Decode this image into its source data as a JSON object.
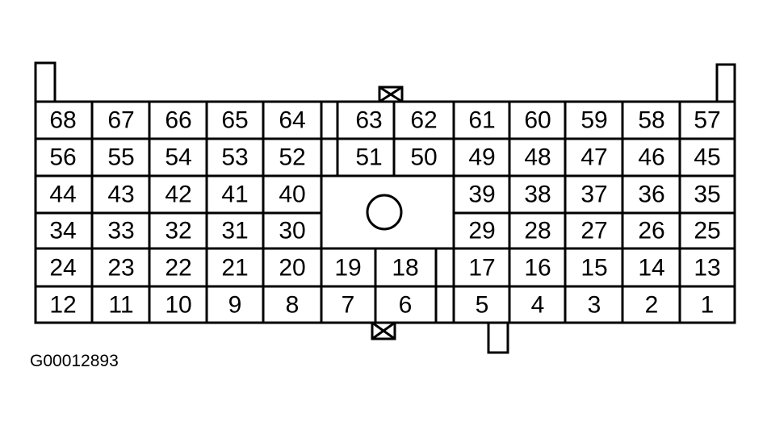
{
  "figure_id": "G00012893",
  "connector": {
    "rows": [
      [
        "68",
        "67",
        "66",
        "65",
        "64",
        "63",
        "62",
        "61",
        "60",
        "59",
        "58",
        "57"
      ],
      [
        "56",
        "55",
        "54",
        "53",
        "52",
        "51",
        "50",
        "49",
        "48",
        "47",
        "46",
        "45"
      ],
      [
        "44",
        "43",
        "42",
        "41",
        "40",
        "39",
        "38",
        "37",
        "36",
        "35"
      ],
      [
        "34",
        "33",
        "32",
        "31",
        "30",
        "29",
        "28",
        "27",
        "26",
        "25"
      ],
      [
        "24",
        "23",
        "22",
        "21",
        "20",
        "19",
        "18",
        "17",
        "16",
        "15",
        "14",
        "13"
      ],
      [
        "12",
        "11",
        "10",
        "9",
        "8",
        "7",
        "6",
        "5",
        "4",
        "3",
        "2",
        "1"
      ]
    ]
  }
}
